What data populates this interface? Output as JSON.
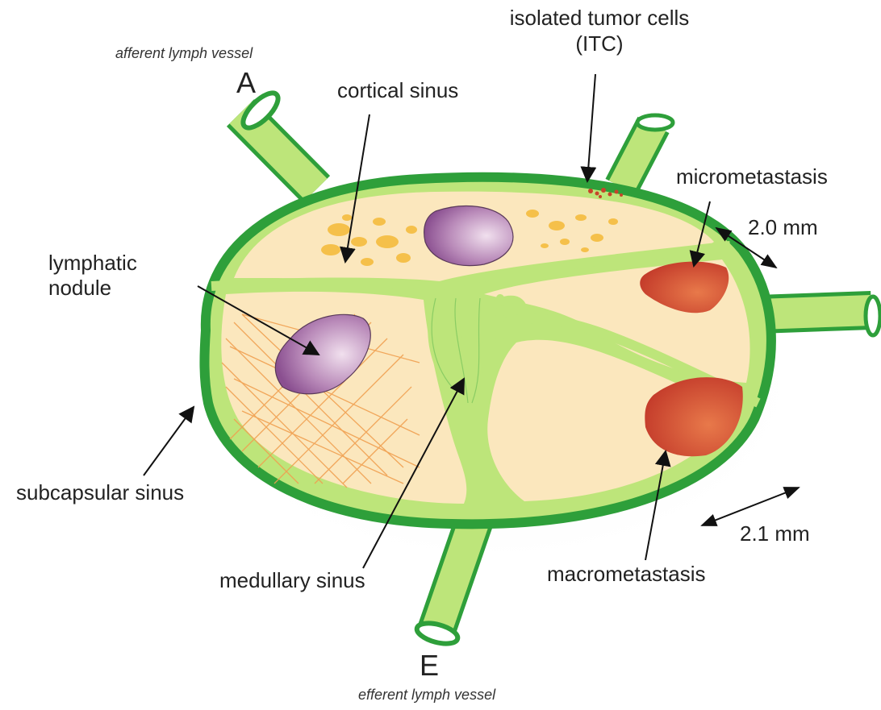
{
  "labels": {
    "afferent": "afferent lymph vessel",
    "letter_a": "A",
    "cortical_sinus": "cortical sinus",
    "itc_line1": "isolated tumor cells",
    "itc_line2": "(ITC)",
    "micrometastasis": "micrometastasis",
    "mm_2_0": "2.0 mm",
    "lymphatic_line1": "lymphatic",
    "lymphatic_line2": "nodule",
    "subcapsular_sinus": "subcapsular sinus",
    "medullary_sinus": "medullary sinus",
    "macrometastasis": "macrometastasis",
    "mm_2_1": "2.1 mm",
    "letter_e": "E",
    "efferent": "efferent lymph vessel"
  },
  "colors": {
    "capsule_dark": "#2e9f3a",
    "capsule_light": "#bde57a",
    "interior": "#fbe7bd",
    "cortex_spots": "#f5c04a",
    "nodule_fibers": "#f0a050",
    "nodule_purple": "#9b5fa0",
    "metastasis_red": "#c83a2a",
    "itc_dots": "#c8442a"
  }
}
